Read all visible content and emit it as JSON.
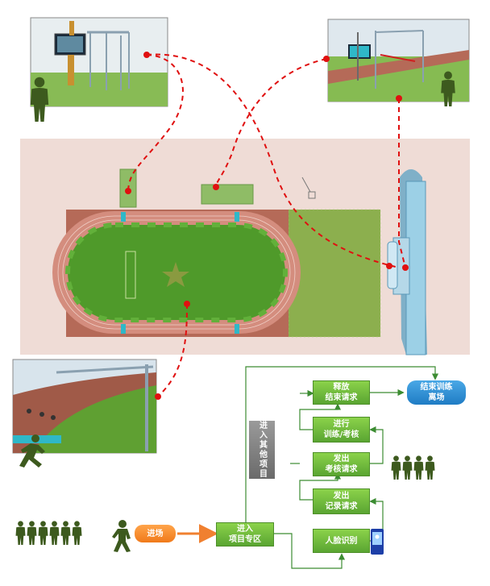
{
  "flow": {
    "enter_venue": "进场",
    "enter_zone": "进入\n项目专区",
    "face_recognition": "人脸识别",
    "record_request": "发出\n记录请求",
    "exam_request": "发出\n考核请求",
    "train_exam": "进行\n训练/考核",
    "release_end": "释放\n结束请求",
    "end_leave": "结束训练\n离场",
    "other_projects": "进入其他项目"
  },
  "colors": {
    "soldier": "#3d5a1e",
    "dashed_path": "#e01010",
    "arrow": "#3c8c32",
    "flow_box": "#6cbb3c",
    "start_box": "#f58a24",
    "end_box": "#2a8bd4",
    "side_box": "#888888",
    "track": "#b06a58",
    "field": "#4f9a2a"
  },
  "icons": {
    "soldier_group_left": "soldier-group-icon",
    "soldier_group_right": "soldier-group-icon",
    "soldier_single": "soldier-icon",
    "runner": "runner-icon",
    "walker": "walker-icon",
    "kiosk": "face-kiosk-icon"
  }
}
